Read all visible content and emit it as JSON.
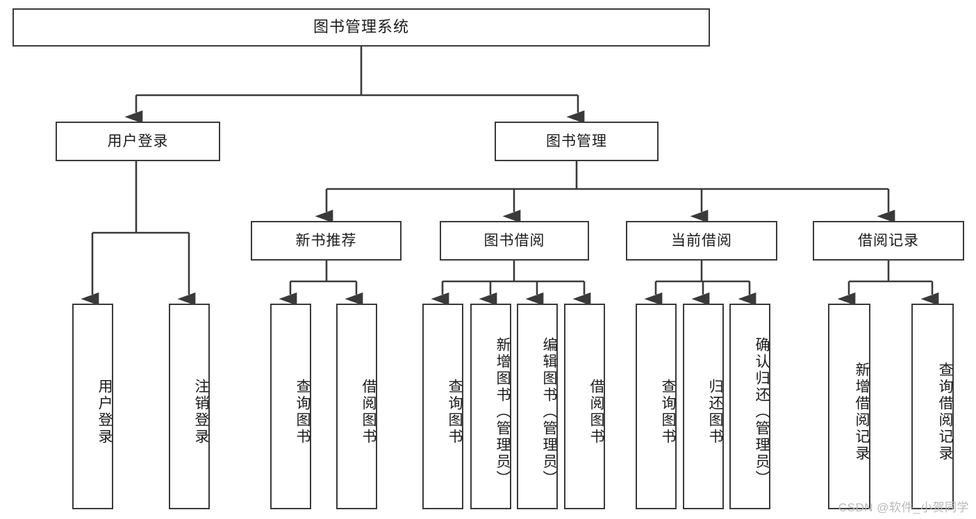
{
  "diagram": {
    "title": "图书管理系统",
    "watermark": "CSDN @软件_小贺同学",
    "root": {
      "label": "图书管理系统"
    },
    "level2": [
      {
        "label": "用户登录"
      },
      {
        "label": "图书管理"
      }
    ],
    "level3": [
      {
        "label": "新书推荐"
      },
      {
        "label": "图书借阅"
      },
      {
        "label": "当前借阅"
      },
      {
        "label": "借阅记录"
      }
    ],
    "leaves": [
      {
        "label": "用户登录"
      },
      {
        "label": "注销登录"
      },
      {
        "label": "查询图书"
      },
      {
        "label": "借阅图书"
      },
      {
        "label": "查询图书"
      },
      {
        "label": "新增图书（管理员）"
      },
      {
        "label": "编辑图书（管理员）"
      },
      {
        "label": "借阅图书"
      },
      {
        "label": "查询图书"
      },
      {
        "label": "归还图书"
      },
      {
        "label": "确认归还（管理员）"
      },
      {
        "label": "新增借阅记录"
      },
      {
        "label": "查询借阅记录"
      }
    ],
    "colors": {
      "stroke": "#3a3a3a",
      "fill": "#ffffff",
      "text": "#1b1b1b",
      "watermark": "#b9b9b9"
    }
  }
}
